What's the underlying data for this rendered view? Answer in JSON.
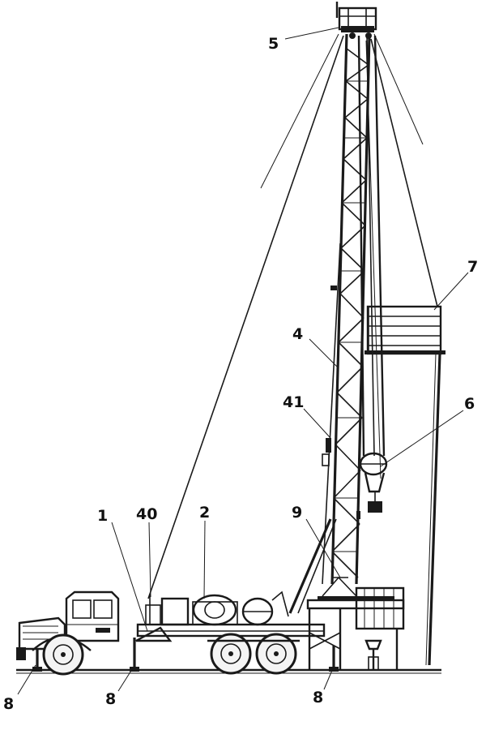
{
  "labels": {
    "l1": "1",
    "l2": "2",
    "l4": "4",
    "l5": "5",
    "l6": "6",
    "l7": "7",
    "l8a": "8",
    "l8b": "8",
    "l8c": "8",
    "l9": "9",
    "l40": "40",
    "l41": "41"
  }
}
